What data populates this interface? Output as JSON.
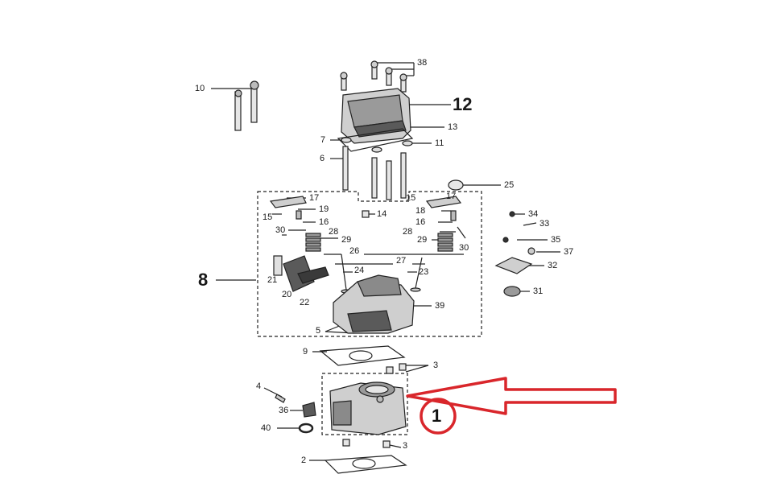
{
  "diagram": {
    "colors": {
      "line": "#222222",
      "part_fill": "#d9d9d9",
      "part_dark": "#4a4a4a",
      "highlight": "#d9262b",
      "background": "#ffffff"
    },
    "labels": {
      "p1": "1",
      "p2": "2",
      "p3a": "3",
      "p3b": "3",
      "p4": "4",
      "p5": "5",
      "p6": "6",
      "p7": "7",
      "p8": "8",
      "p9": "9",
      "p10": "10",
      "p11": "11",
      "p12": "12",
      "p13": "13",
      "p14": "14",
      "p15a": "15",
      "p15b": "15",
      "p16a": "16",
      "p16b": "16",
      "p17a": "17",
      "p17b": "17",
      "p18": "18",
      "p19": "19",
      "p20": "20",
      "p21": "21",
      "p22": "22",
      "p23": "23",
      "p24": "24",
      "p25": "25",
      "p26": "26",
      "p27": "27",
      "p28a": "28",
      "p28b": "28",
      "p29a": "29",
      "p29b": "29",
      "p30a": "30",
      "p30b": "30",
      "p31": "31",
      "p32": "32",
      "p33": "33",
      "p34": "34",
      "p35": "35",
      "p36": "36",
      "p37": "37",
      "p38": "38",
      "p39": "39",
      "p40": "40"
    }
  }
}
